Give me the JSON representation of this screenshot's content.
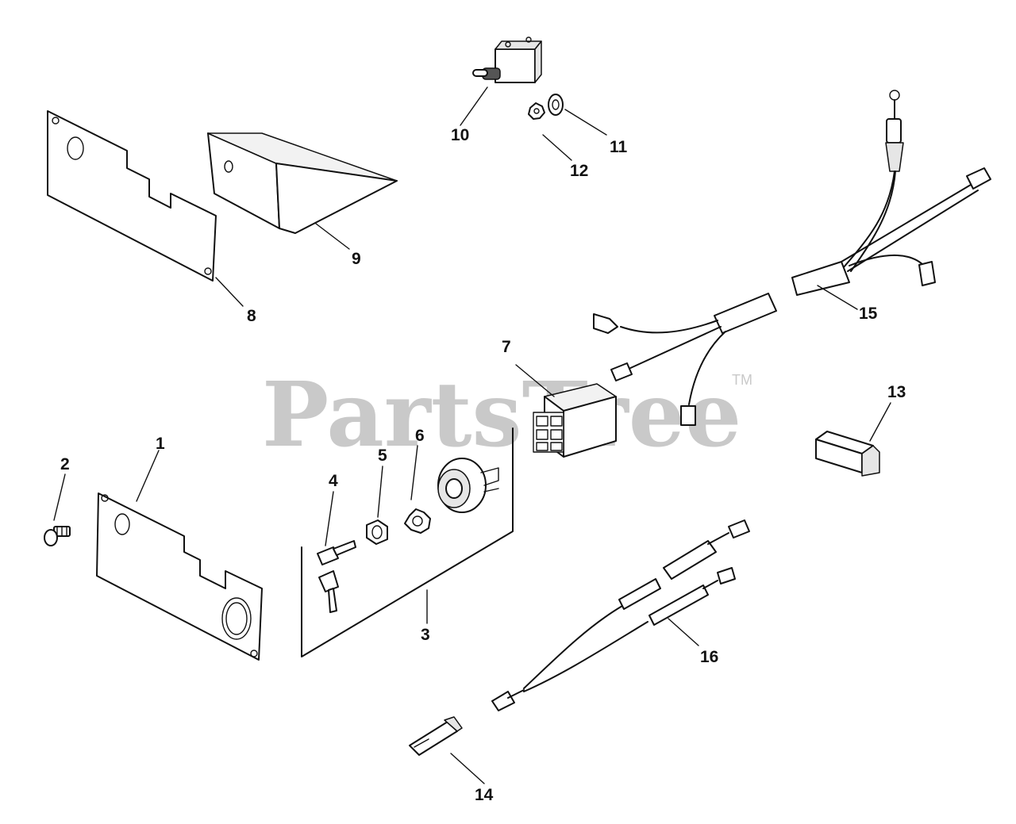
{
  "watermark": {
    "text": "PartsTree",
    "trademark": "TM"
  },
  "callouts": {
    "c1": "1",
    "c2": "2",
    "c3": "3",
    "c4": "4",
    "c5": "5",
    "c6": "6",
    "c7": "7",
    "c8": "8",
    "c9": "9",
    "c10": "10",
    "c11": "11",
    "c12": "12",
    "c13": "13",
    "c14": "14",
    "c15": "15",
    "c16": "16"
  }
}
